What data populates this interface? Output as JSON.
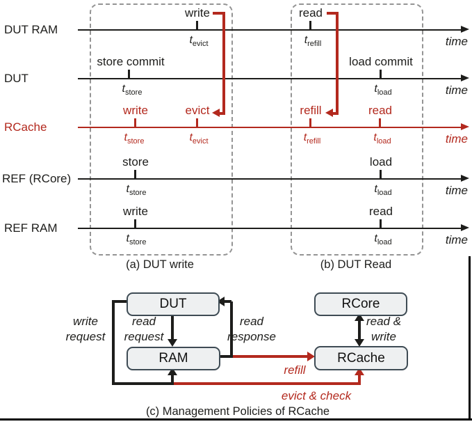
{
  "colors": {
    "red": "#b3291e",
    "black": "#1d1d1b",
    "box_border": "#3e4b54",
    "box_fill": "#eef0f1",
    "dashed_border": "#949494"
  },
  "timeline": {
    "rows": [
      {
        "label": "DUT RAM",
        "time": "time",
        "events": [
          {
            "label": "write",
            "tsym": "t",
            "tsub": "evict"
          },
          {
            "label": "read",
            "tsym": "t",
            "tsub": "refill"
          }
        ]
      },
      {
        "label": "DUT",
        "time": "time",
        "events": [
          {
            "label": "store commit",
            "tsym": "t",
            "tsub": "store"
          },
          {
            "label": "load commit",
            "tsym": "t",
            "tsub": "load"
          }
        ]
      },
      {
        "label": "RCache",
        "time": "time",
        "events": [
          {
            "label": "write",
            "tsym": "t",
            "tsub": "store"
          },
          {
            "label": "evict",
            "tsym": "t",
            "tsub": "evict"
          },
          {
            "label": "refill",
            "tsym": "t",
            "tsub": "refill"
          },
          {
            "label": "read",
            "tsym": "t",
            "tsub": "load"
          }
        ]
      },
      {
        "label": "REF (RCore)",
        "time": "time",
        "events": [
          {
            "label": "store",
            "tsym": "t",
            "tsub": "store"
          },
          {
            "label": "load",
            "tsym": "t",
            "tsub": "load"
          }
        ]
      },
      {
        "label": "REF RAM",
        "time": "time",
        "events": [
          {
            "label": "write",
            "tsym": "t",
            "tsub": "store"
          },
          {
            "label": "read",
            "tsym": "t",
            "tsub": "load"
          }
        ]
      }
    ],
    "captions": {
      "a": "(a) DUT write",
      "b": "(b) DUT Read"
    }
  },
  "policy": {
    "boxes": {
      "dut": "DUT",
      "ram": "RAM",
      "rcore": "RCore",
      "rcache": "RCache"
    },
    "labels": {
      "write_request_l1": "write",
      "write_request_l2": "request",
      "read_request_l1": "read",
      "read_request_l2": "request",
      "read_response_l1": "read",
      "read_response_l2": "response",
      "read_write_l1": "read &",
      "read_write_l2": "write",
      "refill": "refill",
      "evict_check": "evict & check"
    },
    "caption": "(c) Management Policies of RCache"
  }
}
